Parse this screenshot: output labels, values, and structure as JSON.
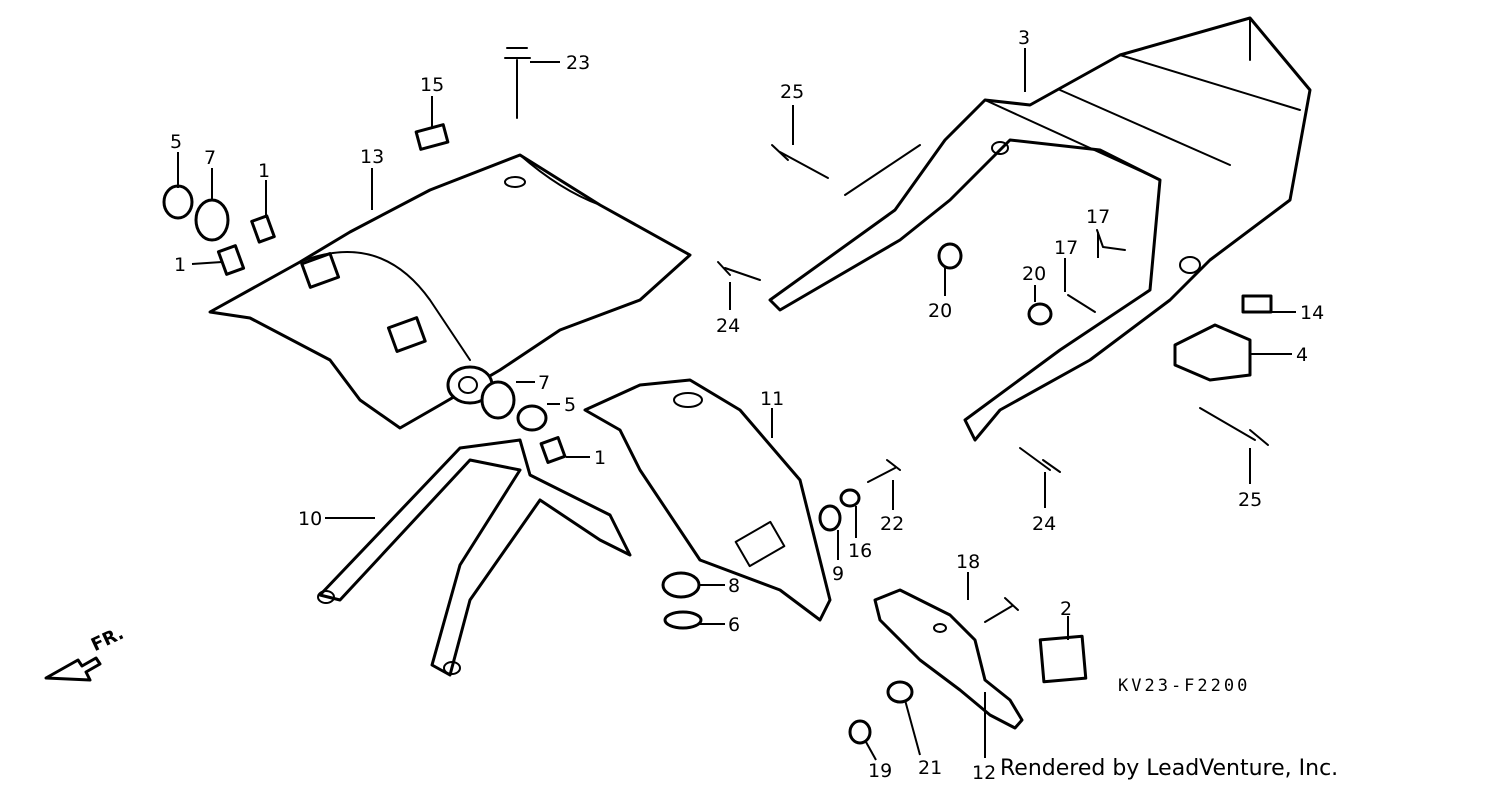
{
  "diagram": {
    "callouts": [
      "1",
      "1",
      "1",
      "2",
      "3",
      "4",
      "5",
      "5",
      "6",
      "7",
      "7",
      "8",
      "9",
      "10",
      "11",
      "12",
      "13",
      "14",
      "15",
      "16",
      "17",
      "17",
      "18",
      "19",
      "20",
      "20",
      "21",
      "22",
      "23",
      "24",
      "24",
      "25",
      "25"
    ],
    "direction_label": "FR.",
    "drawing_code": "KV23-F2200",
    "credit": "Rendered by LeadVenture, Inc."
  }
}
